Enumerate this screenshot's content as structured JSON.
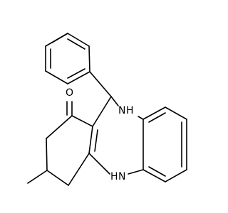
{
  "molecule": {
    "atom_labels": {
      "oxygen": "O",
      "nh_upper": "NH",
      "nh_upper_h": "H",
      "nh_upper_n": "N",
      "nh_lower_n": "N",
      "nh_lower_h": "H"
    },
    "colors": {
      "bond": "#000000",
      "background": "#ffffff"
    }
  }
}
